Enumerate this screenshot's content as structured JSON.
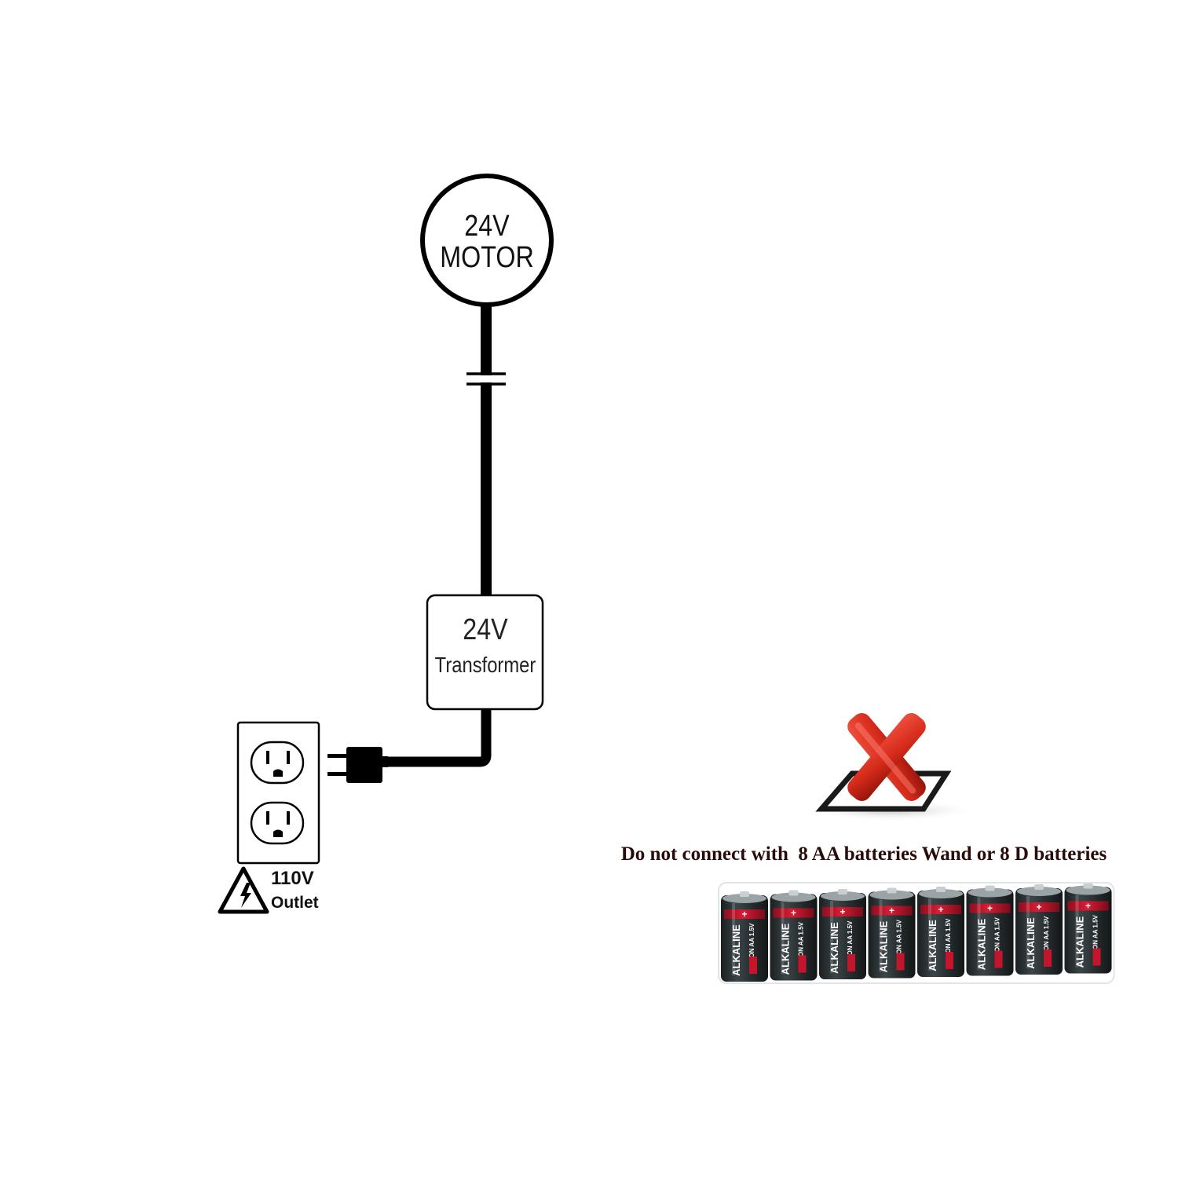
{
  "motor": {
    "voltage": "24V",
    "label": "MOTOR"
  },
  "transformer": {
    "voltage": "24V",
    "label": "Transformer"
  },
  "outlet": {
    "voltage": "110V",
    "label": "Outlet"
  },
  "warning": {
    "text": "Do not connect with  8 AA batteries Wand or 8 D batteries"
  },
  "battery": {
    "brand": "ALKALINE",
    "size": "MIGNON AA",
    "voltage": "1.5V",
    "count": 8
  },
  "colors": {
    "line": "#000000",
    "x_mark": "#d42a1a",
    "warning_text": "#2b0a0a",
    "battery_body": "#2a3133",
    "battery_band": "#c4152c"
  },
  "icons": [
    "motor-circle",
    "transformer-box",
    "power-plug-icon",
    "duplex-outlet-icon",
    "high-voltage-warning-icon",
    "red-x-checkbox-icon",
    "aa-battery-pack-image"
  ]
}
